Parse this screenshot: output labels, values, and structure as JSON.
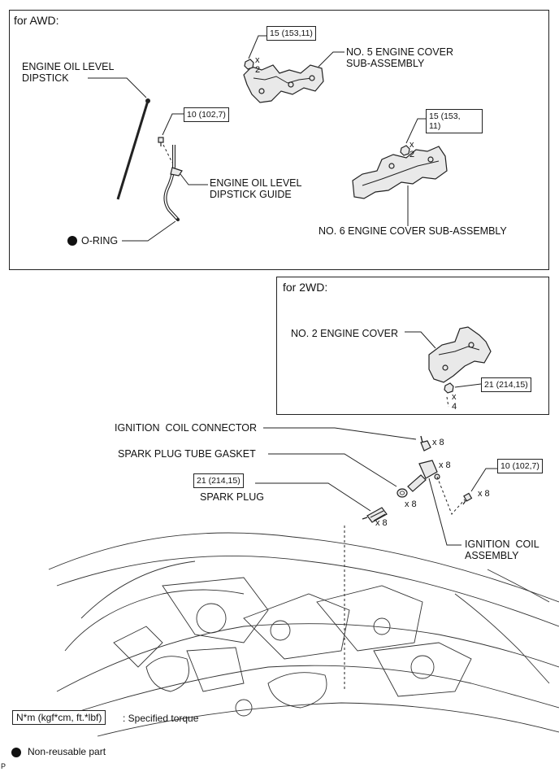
{
  "awd_panel": {
    "title": "for AWD:",
    "dipstick_label": "ENGINE OIL LEVEL\nDIPSTICK",
    "guide_label": "ENGINE OIL LEVEL\nDIPSTICK GUIDE",
    "oring_label": "O-RING",
    "cover5_label": "NO. 5 ENGINE COVER\nSUB-ASSEMBLY",
    "cover6_label": "NO. 6 ENGINE COVER SUB-ASSEMBLY",
    "torque_guide": "10 (102,7)",
    "torque_cover5": "15 (153,11)",
    "torque_cover6": "15 (153,\n11)",
    "qty_cover5": "x\n2",
    "qty_cover6": "x\n2"
  },
  "twd_panel": {
    "title": "for 2WD:",
    "cover2_label": "NO. 2 ENGINE COVER",
    "torque_cover2": "21 (214,15)",
    "qty_cover2": "x\n4"
  },
  "main": {
    "coil_connector_label": "IGNITION  COIL CONNECTOR",
    "tube_gasket_label": "SPARK PLUG TUBE GASKET",
    "spark_plug_label": "SPARK PLUG",
    "coil_assembly_label": "IGNITION  COIL\nASSEMBLY",
    "torque_spark_plug": "21 (214,15)",
    "torque_coil": "10 (102,7)",
    "qty_connector": "x 8",
    "qty_coil": "x 8",
    "qty_gasket": "x 8",
    "qty_plug": "x 8",
    "qty_bolt": "x 8"
  },
  "legend": {
    "torque_units": "N*m (kgf*cm, ft.*lbf)",
    "torque_text": ": Specified torque",
    "nonreusable_text": "Non-reusable part"
  },
  "corner_mark": "P"
}
